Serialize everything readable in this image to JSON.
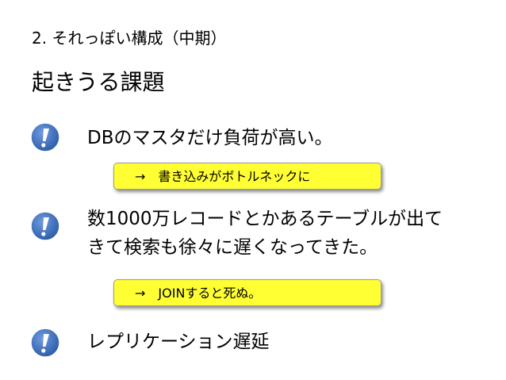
{
  "slide": {
    "subtitle": "2. それっぽい構成（中期）",
    "heading": "起きうる課題",
    "issues": [
      {
        "icon": "exclamation-icon",
        "lines": [
          "DBのマスタだけ負荷が高い。"
        ],
        "note": "→　書き込みがボトルネックに"
      },
      {
        "icon": "exclamation-icon",
        "lines": [
          "数1000万レコードとかあるテーブルが出て",
          "きて検索も徐々に遅くなってきた。"
        ],
        "note": "→　JOINすると死ぬ。"
      },
      {
        "icon": "exclamation-icon",
        "lines": [
          "レプリケーション遅延"
        ]
      }
    ]
  },
  "colors": {
    "icon_fill": "#3a6fbe",
    "note_fill": "#ffff33"
  }
}
